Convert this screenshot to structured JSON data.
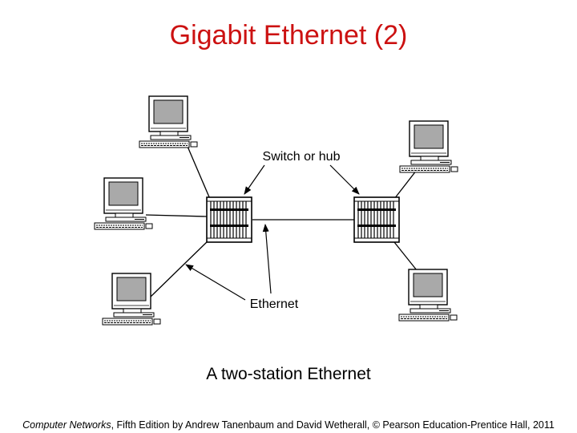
{
  "slide": {
    "title": "Gigabit Ethernet (2)",
    "caption": "A two-station Ethernet",
    "footer_book": "Computer Networks",
    "footer_rest": ", Fifth Edition by Andrew Tanenbaum and David Wetherall, © Pearson Education-Prentice Hall, 2011"
  },
  "diagram": {
    "labels": {
      "switch": "Switch or hub",
      "ethernet": "Ethernet"
    },
    "colors": {
      "title": "#cc1111",
      "screen": "#a9a9a9",
      "line": "#000000"
    }
  }
}
